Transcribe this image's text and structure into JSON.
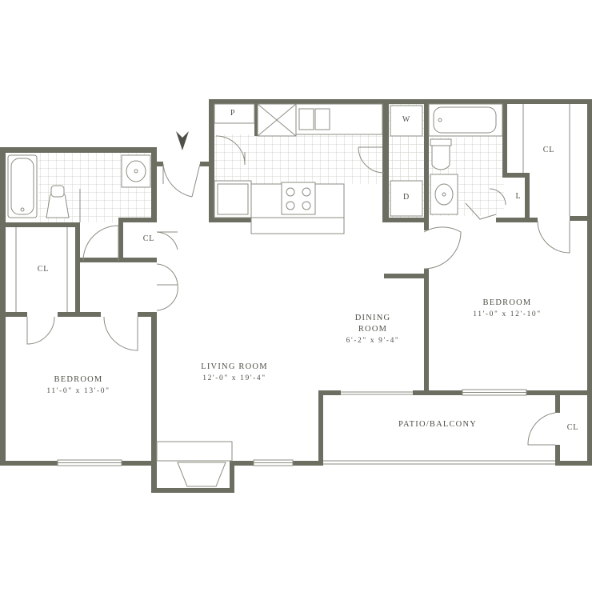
{
  "rooms": {
    "bedroom_left": {
      "name": "Bedroom",
      "dims": "11'-0\" x 13'-0\""
    },
    "bedroom_right": {
      "name": "Bedroom",
      "dims": "11'-0\" x 12'-10\""
    },
    "living_room": {
      "name": "Living Room",
      "dims": "12'-0\" x 19'-4\""
    },
    "dining_room": {
      "name_line1": "Dining",
      "name_line2": "Room",
      "dims": "6'-2\" x 9'-4\""
    },
    "patio": {
      "name": "Patio/Balcony"
    }
  },
  "closets": {
    "cl_left": "CL",
    "cl_hall": "CL",
    "cl_right_bath": "CL",
    "cl_patio": "CL",
    "linen": "L",
    "pantry": "P",
    "washer": "W",
    "dryer": "D"
  },
  "colors": {
    "wall": "#6b6e61",
    "tile": "#c9cbc2",
    "text": "#4e5147"
  }
}
